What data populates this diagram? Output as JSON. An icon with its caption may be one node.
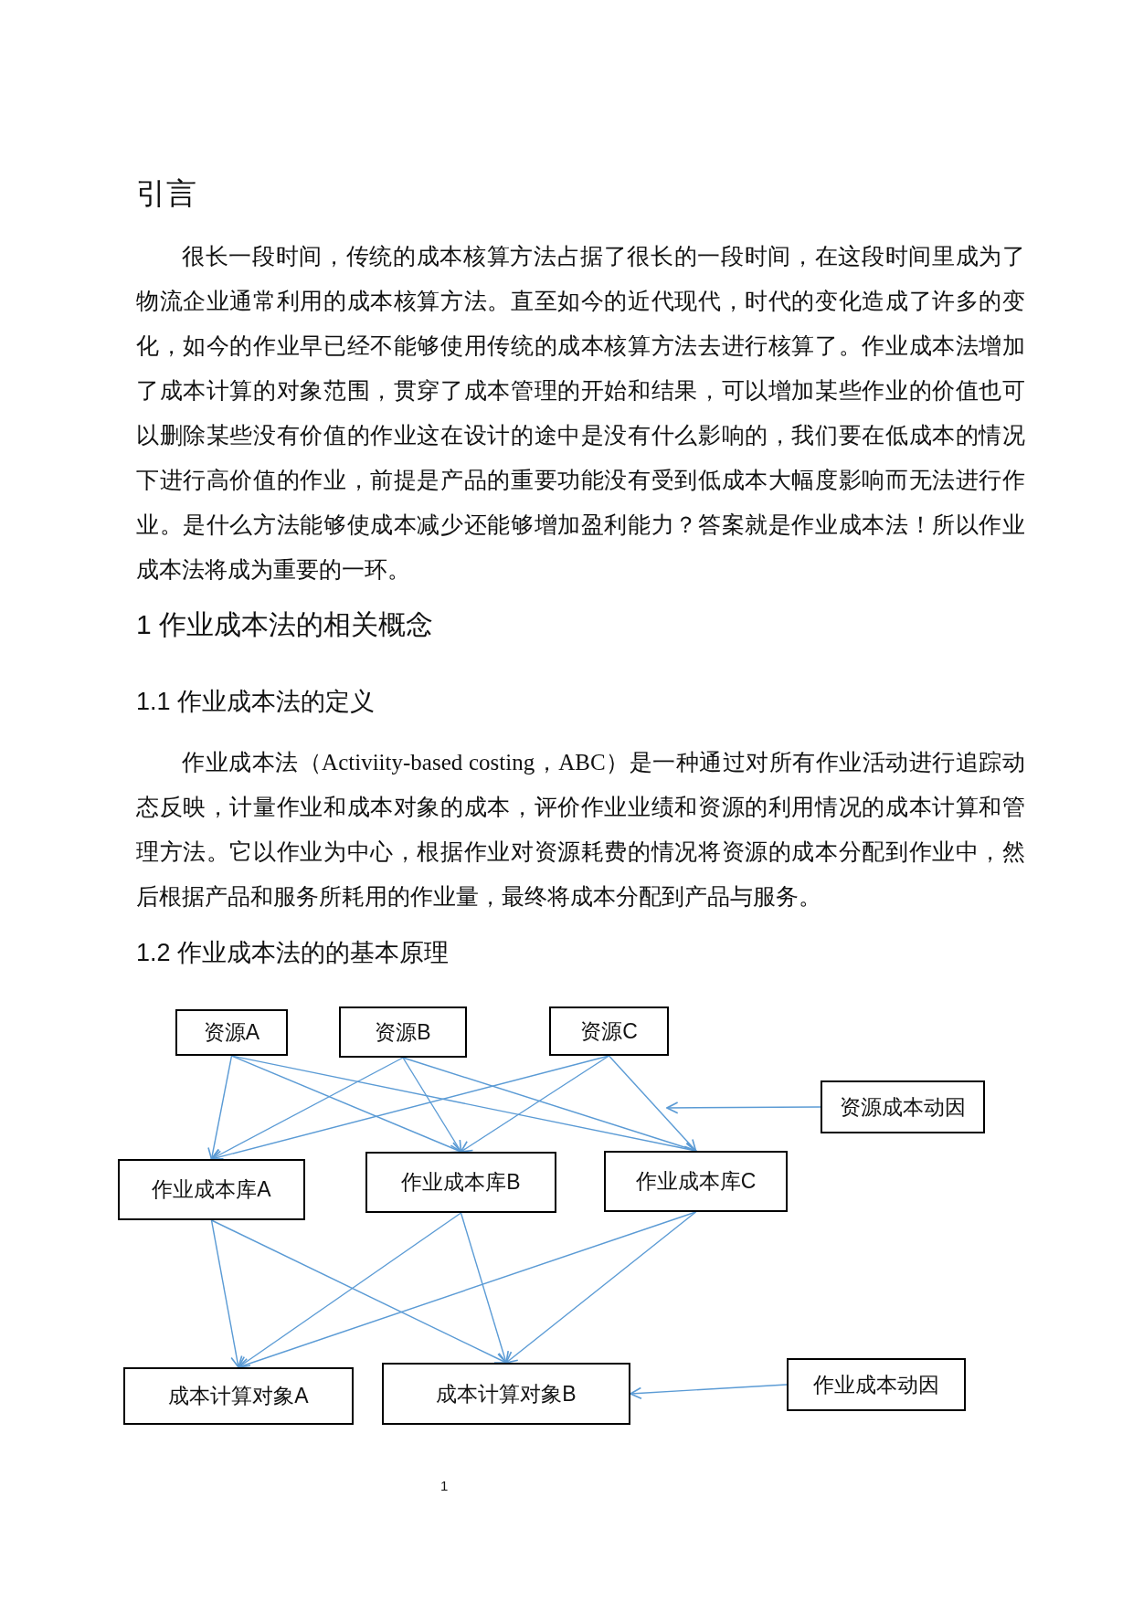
{
  "diagram": {
    "title": "引言",
    "nodes": [
      {
        "text": [
          "资源A"
        ]
      },
      {
        "text": [
          "资源B"
        ]
      },
      {
        "text": [
          "资源C"
        ]
      },
      {
        "text": [
          "资源成本动因"
        ]
      },
      {
        "text": [
          "作业成本库A"
        ]
      },
      {
        "text": [
          "作业成本库B"
        ]
      },
      {
        "text": [
          "作业成本库C"
        ]
      },
      {
        "text": [
          "成本计算对象A"
        ]
      },
      {
        "text": [
          "成本计算对象B"
        ]
      },
      {
        "text": [
          "作业成本动因"
        ]
      }
    ],
    "edges": [
      {
        "from": 0,
        "to": 4,
        "arrow": "to"
      },
      {
        "from": 0,
        "to": 5,
        "arrow": "to"
      },
      {
        "from": 0,
        "to": 6,
        "arrow": "to"
      },
      {
        "from": 1,
        "to": 4,
        "arrow": "to"
      },
      {
        "from": 1,
        "to": 5,
        "arrow": "to"
      },
      {
        "from": 1,
        "to": 6,
        "arrow": "to"
      },
      {
        "from": 2,
        "to": 4,
        "arrow": "to"
      },
      {
        "from": 2,
        "to": 5,
        "arrow": "to"
      },
      {
        "from": 2,
        "to": 6,
        "arrow": "to"
      },
      {
        "from": 3,
        "to": null,
        "arrow": "to"
      },
      {
        "from": 4,
        "to": 7,
        "arrow": "to"
      },
      {
        "from": 4,
        "to": 8,
        "arrow": "to"
      },
      {
        "from": 5,
        "to": 7,
        "arrow": "to"
      },
      {
        "from": 5,
        "to": 8,
        "arrow": "to"
      },
      {
        "from": 6,
        "to": 7,
        "arrow": "to"
      },
      {
        "from": 6,
        "to": 8,
        "arrow": "to"
      },
      {
        "from": 9,
        "to": 8,
        "arrow": "to"
      }
    ],
    "labels": [
      "很长一段时间，传统的成本核算方法占据了很长的一段时间，在这段时间里成为了物流企业通常利用的成本核算方法。直至如今的近代现代，时代的变化造成了许多的变化，如今的作业早已经不能够使用传统的成本核算方法去进行核算了。作业成本法增加了成本计算的对象范围，贯穿了成本管理的开始和结果，可以增加某些作业的价值也可以删除某些没有价值的作业这在设计的途中是没有什么影响的，我们要在低成本的情况下进行高价值的作业，前提是产品的重要功能没有受到低成本大幅度影响而无法进行作业。是什么方法能够使成本减少还能够增加盈利能力？答案就是作业成本法！所以作业成本法将成为重要的一环。",
      "1 作业成本法的相关概念",
      "1.1 作业成本法的定义",
      "作业成本法（Activiity-based costing，ABC）是一种通过对所有作业活动进行追踪动态反映，计量作业和成本对象的成本，评价作业业绩和资源的利用情况的成本计算和管理方法。它以作业为中心，根据作业对资源耗费的情况将资源的成本分配到作业中，然后根据产品和服务所耗用的作业量，最终将成本分配到产品与服务。",
      "1.2 作业成本法的的基本原理",
      "1"
    ]
  }
}
